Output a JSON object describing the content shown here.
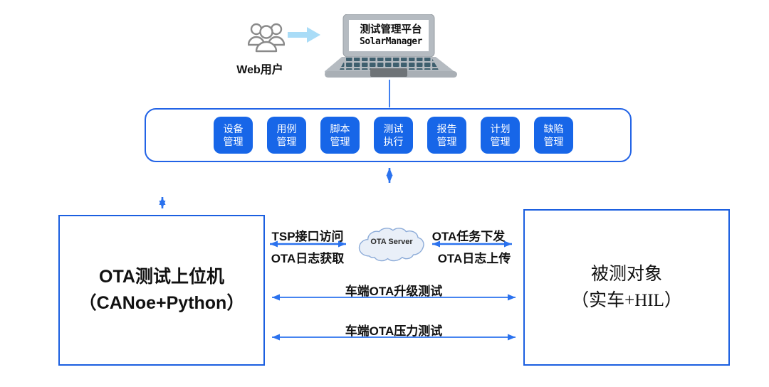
{
  "colors": {
    "accent_blue": "#1766e8",
    "panel_border_blue": "#2263e6",
    "node_border_blue": "#1b5fe0",
    "arrow_blue": "#2b72ee",
    "light_arrow_blue": "#a9dcf7",
    "bus_line_blue": "#5b8fe9",
    "cloud_fill": "#e9eff8",
    "cloud_stroke": "#8cabd8",
    "laptop_body_gray": "#b5bbc1",
    "laptop_key_teal": "#3e5f6e"
  },
  "icons": {
    "user_group": "user-group-icon",
    "flow_arrow": "right-arrow-icon",
    "laptop": "laptop-icon",
    "cloud": "cloud-icon"
  },
  "actors": {
    "web_user_label": "Web用户"
  },
  "platform": {
    "screen_title_line1": "测试管理平台",
    "screen_title_line2": "SolarManager",
    "modules": [
      {
        "line1": "设备",
        "line2": "管理"
      },
      {
        "line1": "用例",
        "line2": "管理"
      },
      {
        "line1": "脚本",
        "line2": "管理"
      },
      {
        "line1": "测试",
        "line2": "执行"
      },
      {
        "line1": "报告",
        "line2": "管理"
      },
      {
        "line1": "计划",
        "line2": "管理"
      },
      {
        "line1": "缺陷",
        "line2": "管理"
      }
    ]
  },
  "nodes": {
    "left_box": {
      "line1": "OTA测试上位机",
      "line2": "（CANoe+Python）"
    },
    "right_box": {
      "line1": "被测对象",
      "line2": "（实车+HIL）"
    },
    "cloud_label": "OTA Server"
  },
  "connections": {
    "tsp_access": "TSP接口访问",
    "ota_log_fetch": "OTA日志获取",
    "ota_task_dispatch": "OTA任务下发",
    "ota_log_upload": "OTA日志上传",
    "vehicle_upgrade_test": "车端OTA升级测试",
    "vehicle_stress_test": "车端OTA压力测试"
  }
}
